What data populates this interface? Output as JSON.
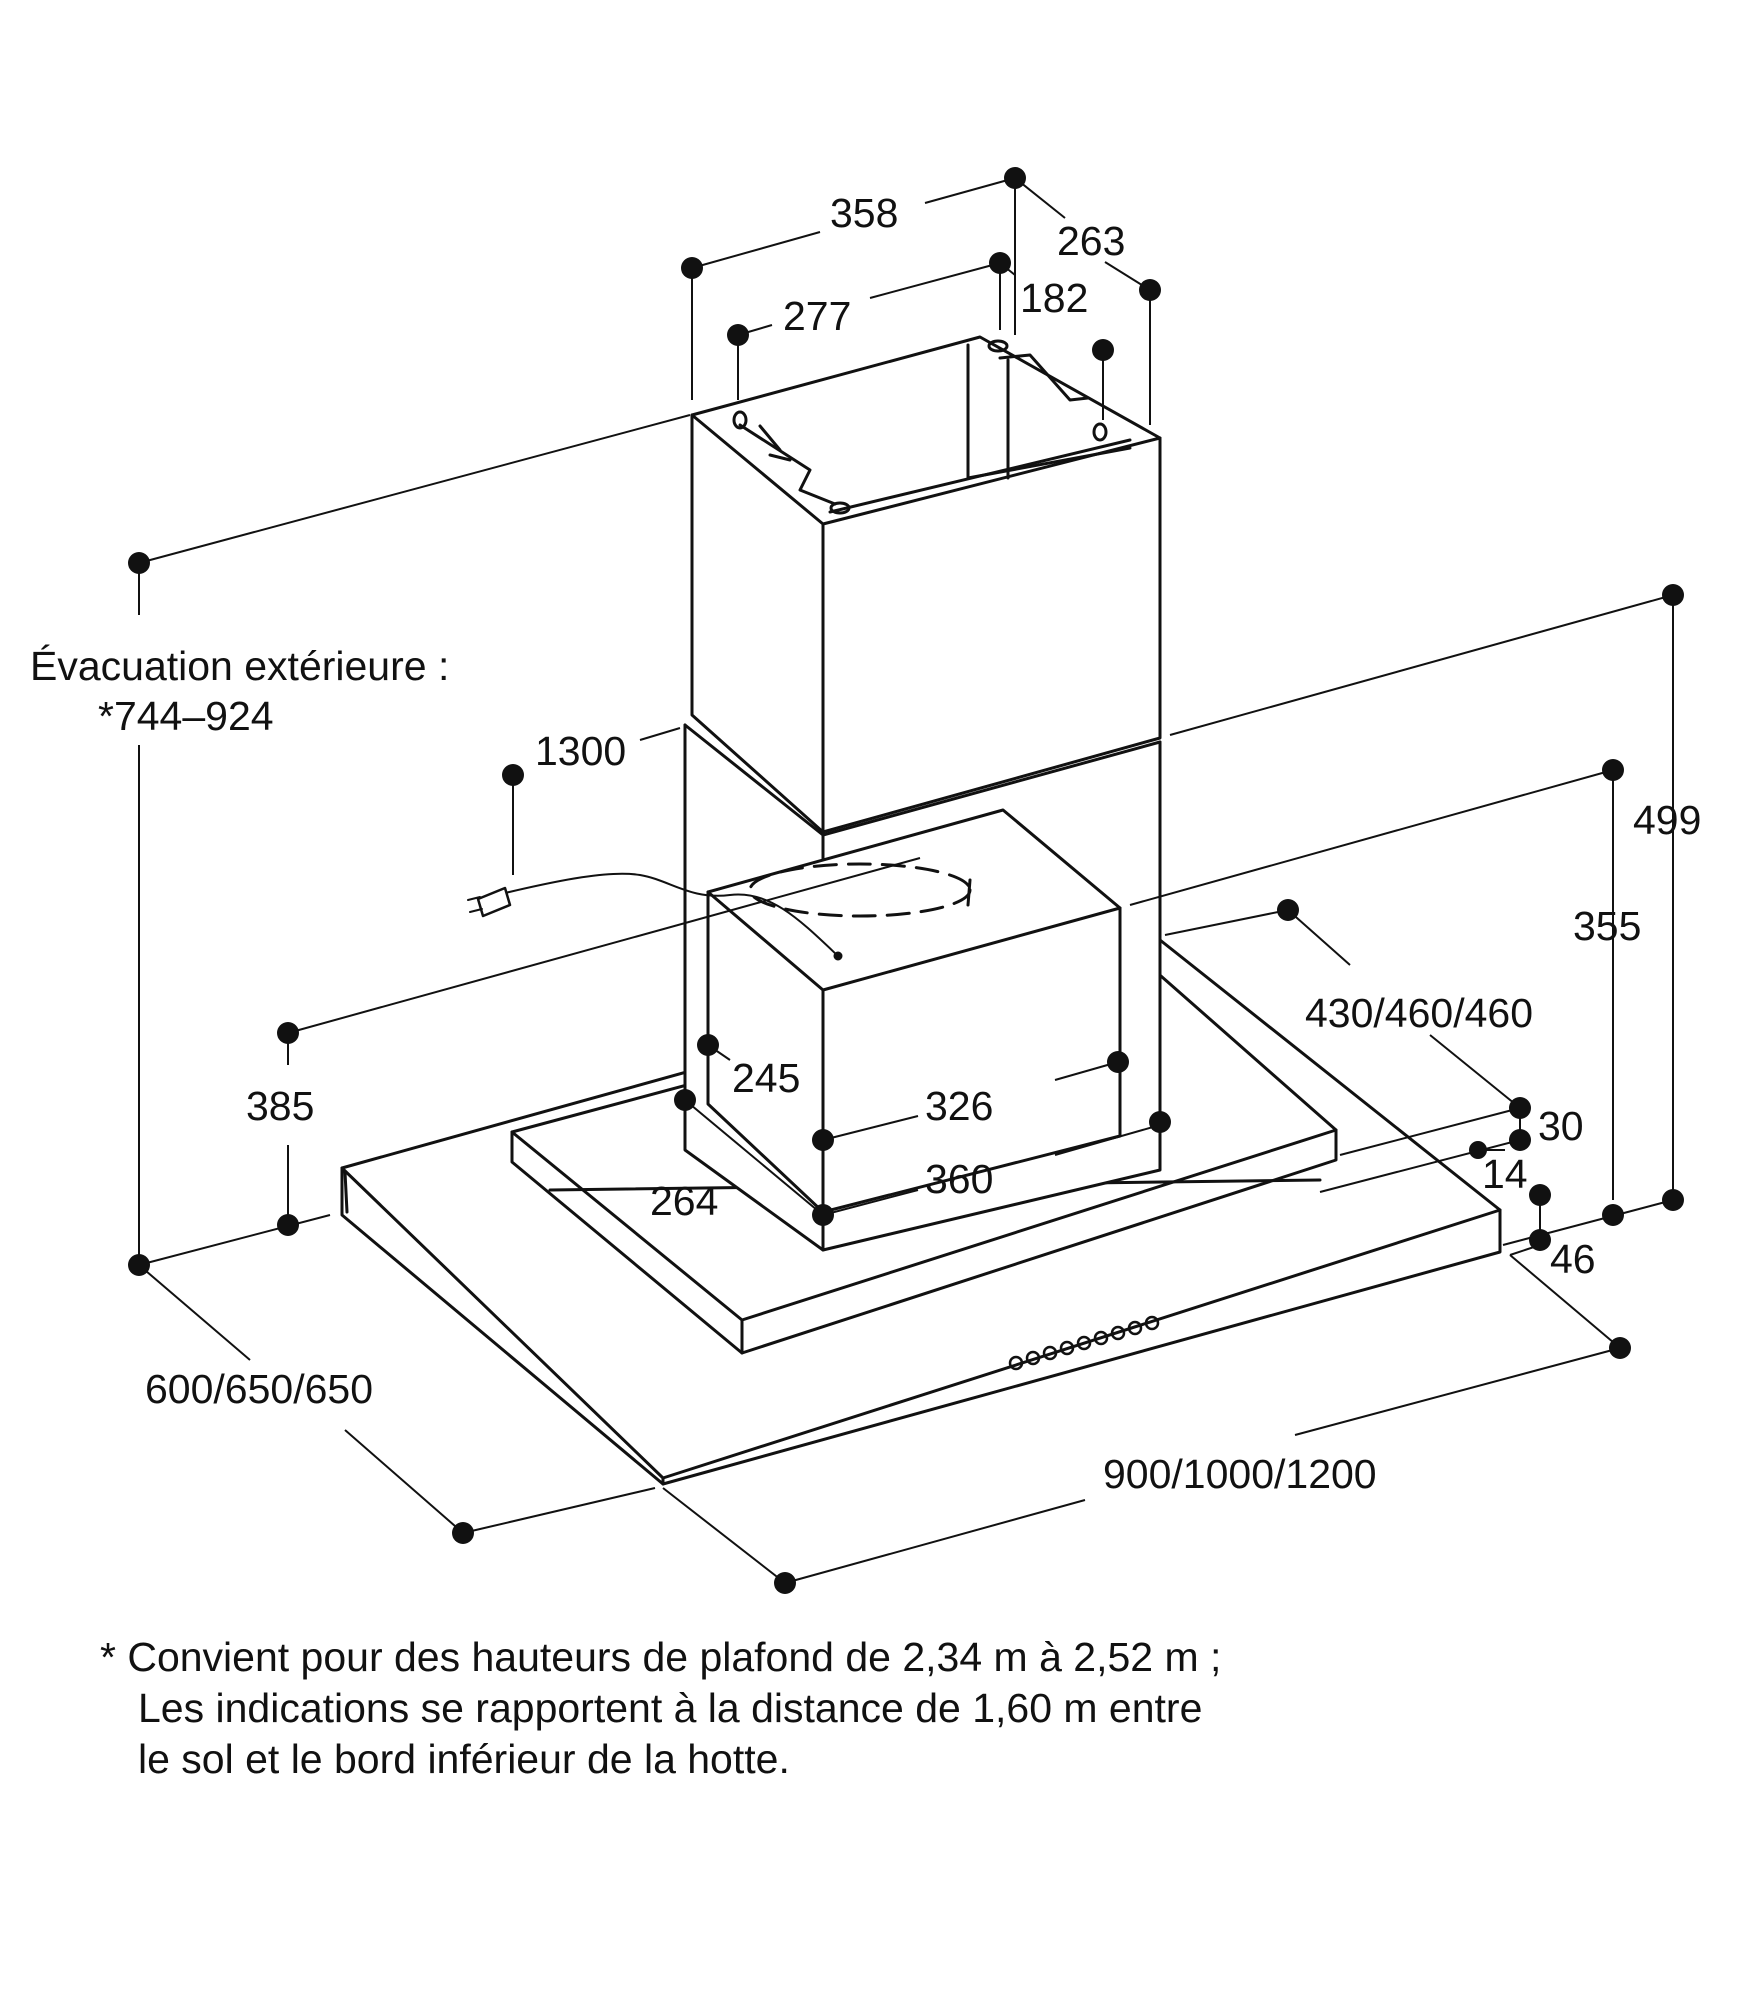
{
  "header_label": "Évacuation extérieure :",
  "header_range": "*744–924",
  "colors": {
    "ink": "#111111",
    "background": "#ffffff"
  },
  "dimensions": {
    "d358": "358",
    "d263": "263",
    "d277": "277",
    "d182": "182",
    "d1300": "1300",
    "d499": "499",
    "d355": "355",
    "d430": "430/460/460",
    "d385": "385",
    "d245": "245",
    "d326": "326",
    "d30": "30",
    "d14": "14",
    "d264": "264",
    "d360": "360",
    "d46": "46",
    "d600": "600/650/650",
    "d900": "900/1000/1200"
  },
  "footnote": {
    "line1": "* Convient pour des hauteurs de plafond de 2,34 m à 2,52 m ;",
    "line2": "Les indications se rapportent à la distance de 1,60 m entre",
    "line3": "le sol et le bord inférieur de la hotte."
  }
}
